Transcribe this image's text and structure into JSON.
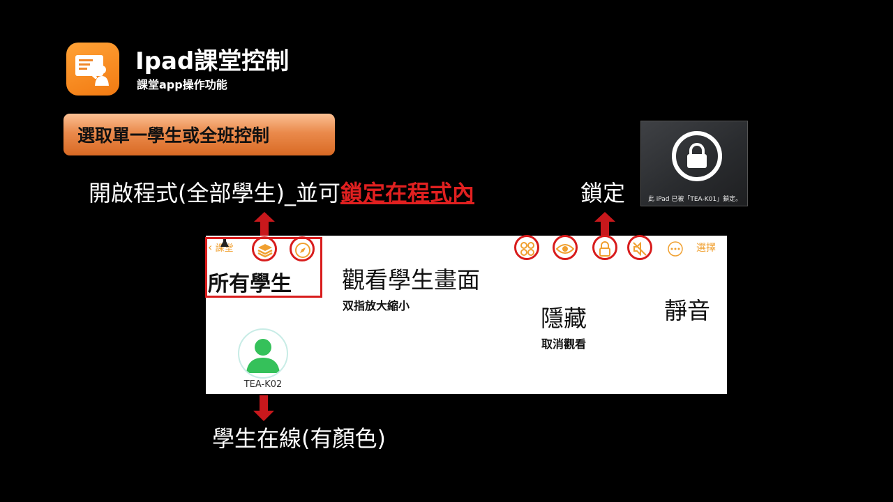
{
  "header": {
    "title": "Ipad課堂控制",
    "subtitle": "課堂app操作功能"
  },
  "section": {
    "label": "選取單一學生或全班控制"
  },
  "annotations": {
    "open_app": {
      "prefix": "開啟程式(全部學生)_並可",
      "highlight": "鎖定在程式內"
    },
    "lock": "鎖定",
    "view_screen": "觀看學生畫面",
    "view_screen_hint": "双指放大縮小",
    "hide": "隱藏",
    "hide_hint": "取消觀看",
    "mute": "靜音",
    "online": "學生在線(有顏色)"
  },
  "lock_preview": {
    "message": "此 iPad 已被「TEA-K01」鎖定。"
  },
  "app_panel": {
    "back_label": "課堂",
    "title": "所有學生",
    "select_label": "選擇",
    "toolbar_icons": [
      "layers-icon",
      "compass-icon",
      "grid-icon",
      "eye-icon",
      "lock-icon",
      "mute-icon",
      "more-icon"
    ],
    "student": {
      "name": "TEA-K02"
    }
  },
  "colors": {
    "accent_red": "#d81c1c",
    "app_orange": "#f0a030",
    "online_green": "#35c15a"
  }
}
